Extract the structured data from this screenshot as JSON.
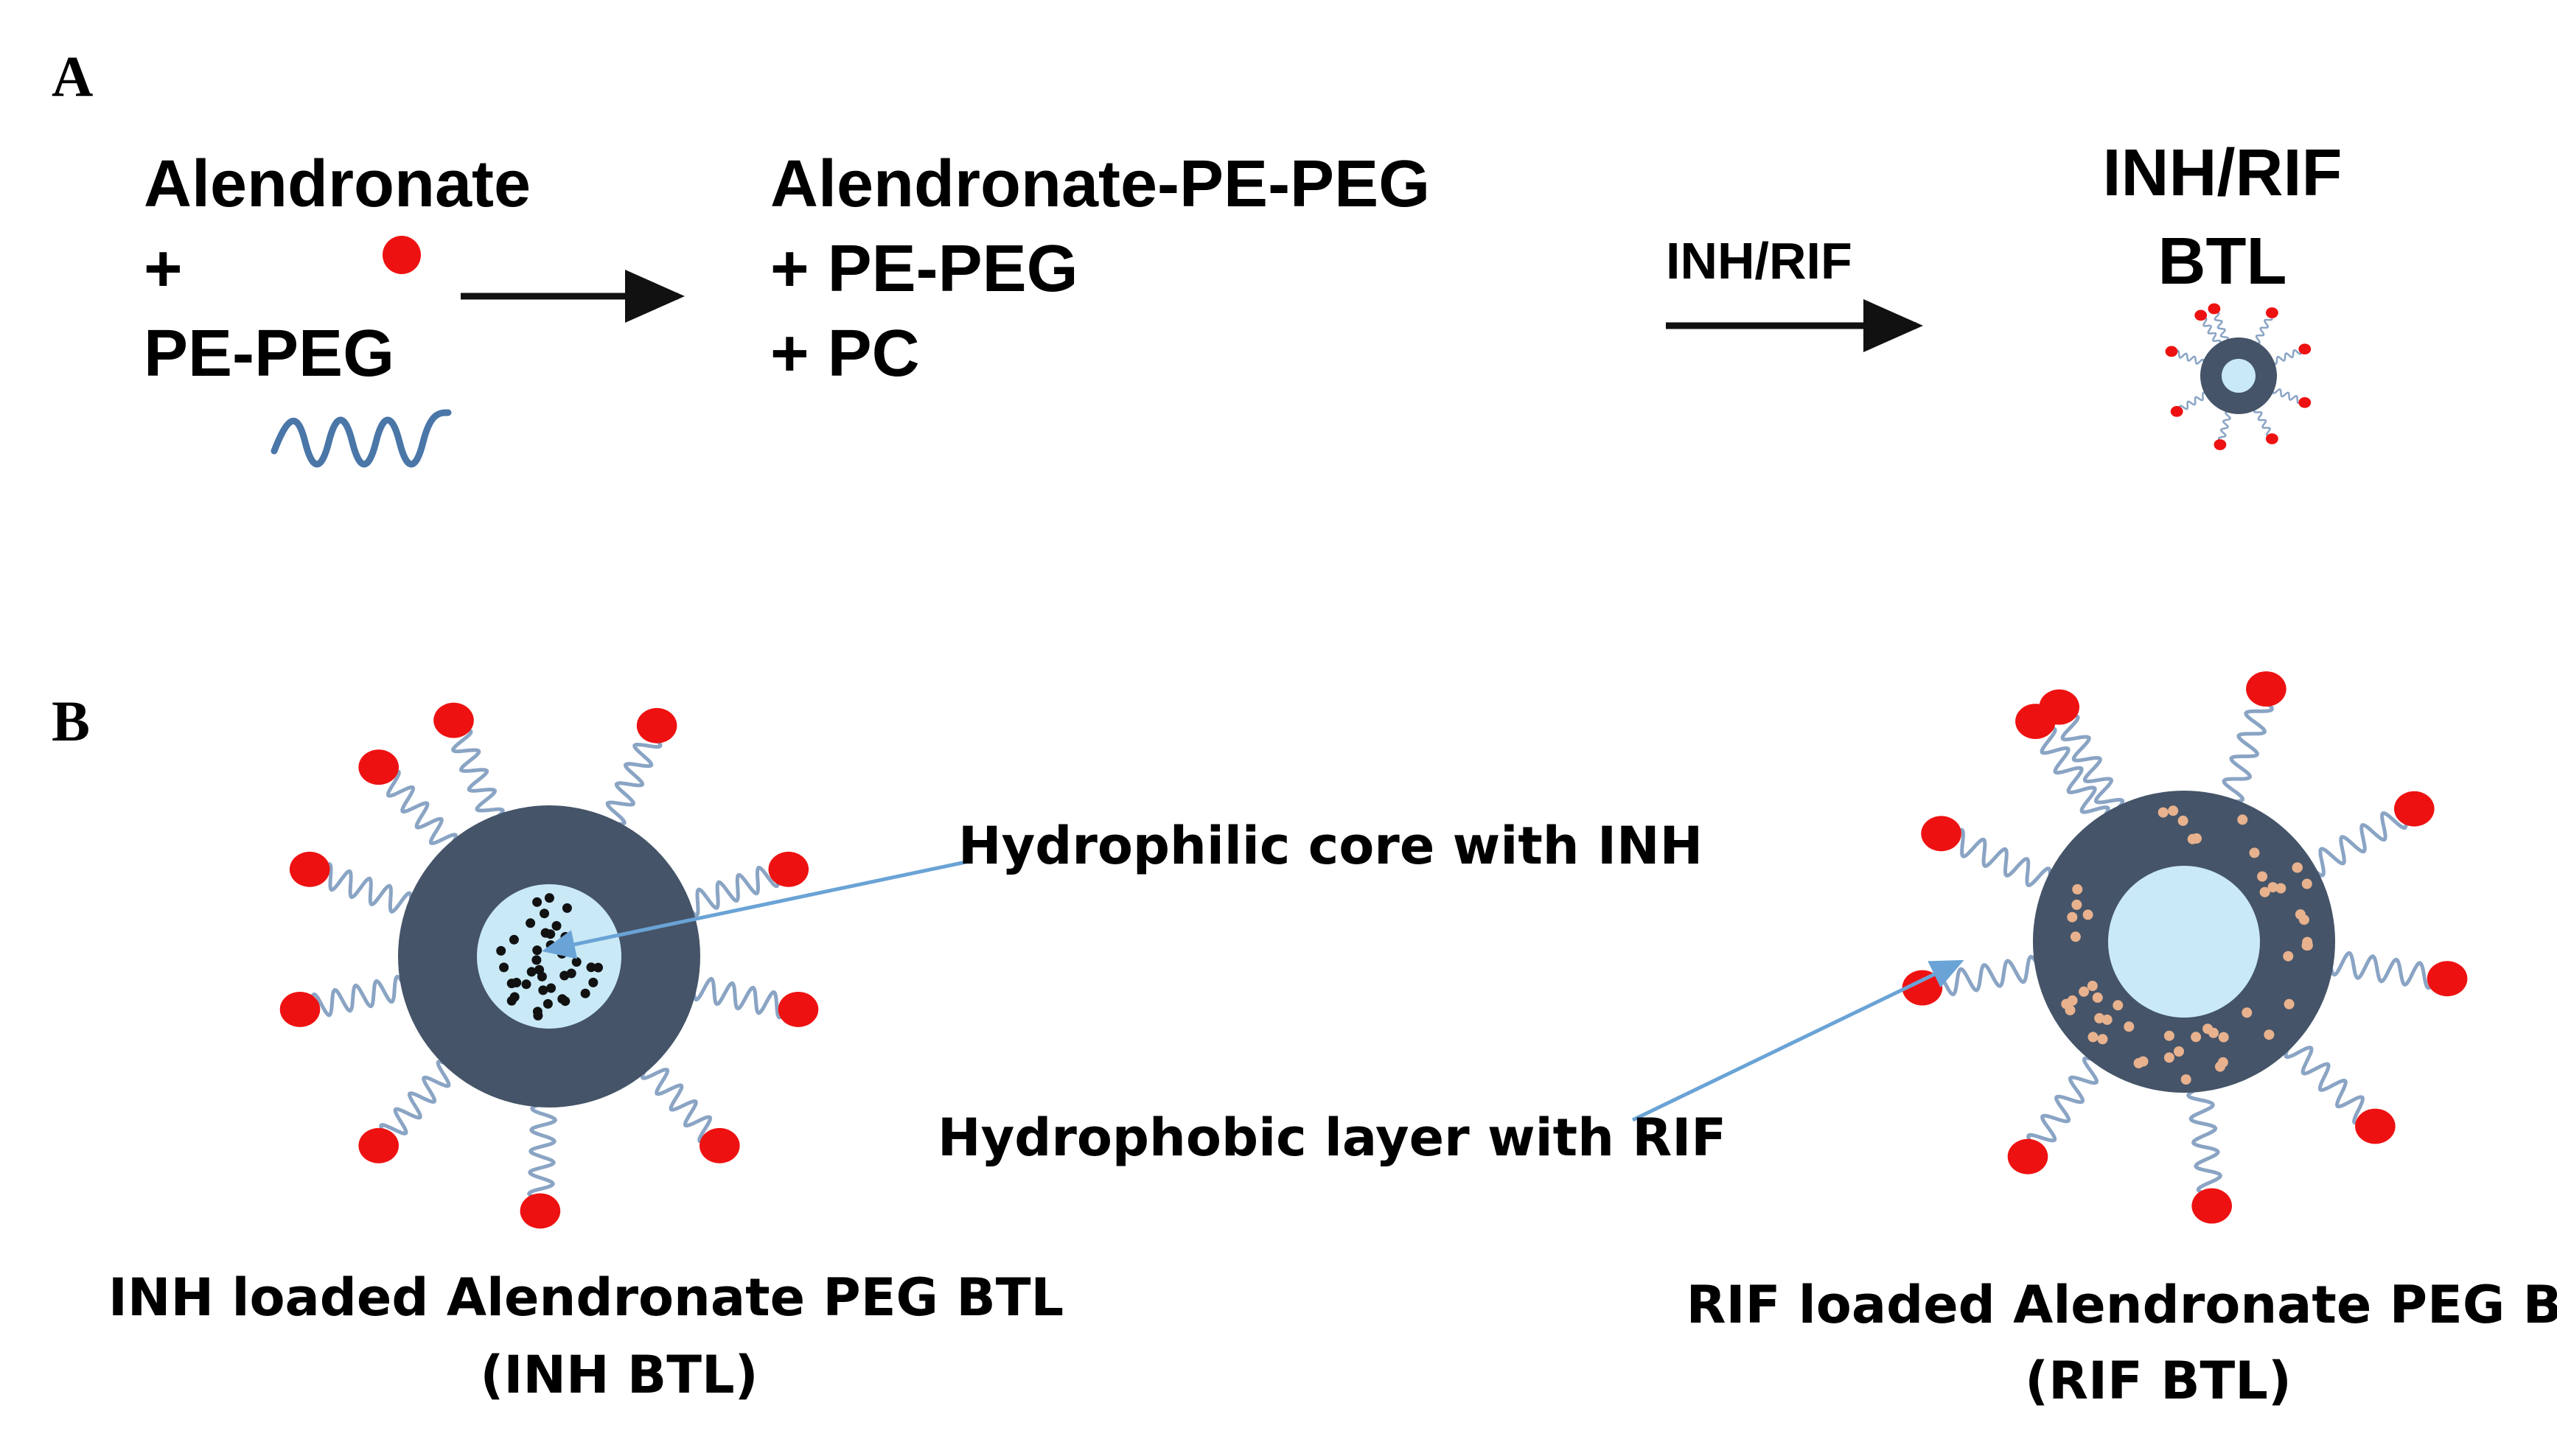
{
  "panel_a": {
    "label": "A",
    "reactants": {
      "line1": "Alendronate",
      "line2": "+",
      "line3": "PE-PEG"
    },
    "intermediate": {
      "line1": "Alendronate-PE-PEG",
      "line2": "+ PE-PEG",
      "line3": "+ PC"
    },
    "arrow_label": "INH/RIF",
    "product": {
      "line1": "INH/RIF",
      "line2": "BTL"
    }
  },
  "panel_b": {
    "label": "B",
    "callout_top": "Hydrophilic core with INH",
    "callout_bottom": "Hydrophobic layer with RIF",
    "left_caption": {
      "line1": "INH loaded Alendronate PEG BTL",
      "line2": "(INH BTL)"
    },
    "right_caption": {
      "line1": "RIF loaded  Alendronate PEG BTL",
      "line2": "(RIF BTL)"
    }
  },
  "colors": {
    "alendronate": "#ee1111",
    "peg_chain": "#8aa4c4",
    "peg_chain_dark": "#4a76a8",
    "shell": "#455468",
    "core": "#c9e9f7",
    "inh_dot": "#111111",
    "rif_dot": "#e8b28e",
    "callout_line": "#6aa3d6",
    "arrow": "#111111"
  }
}
